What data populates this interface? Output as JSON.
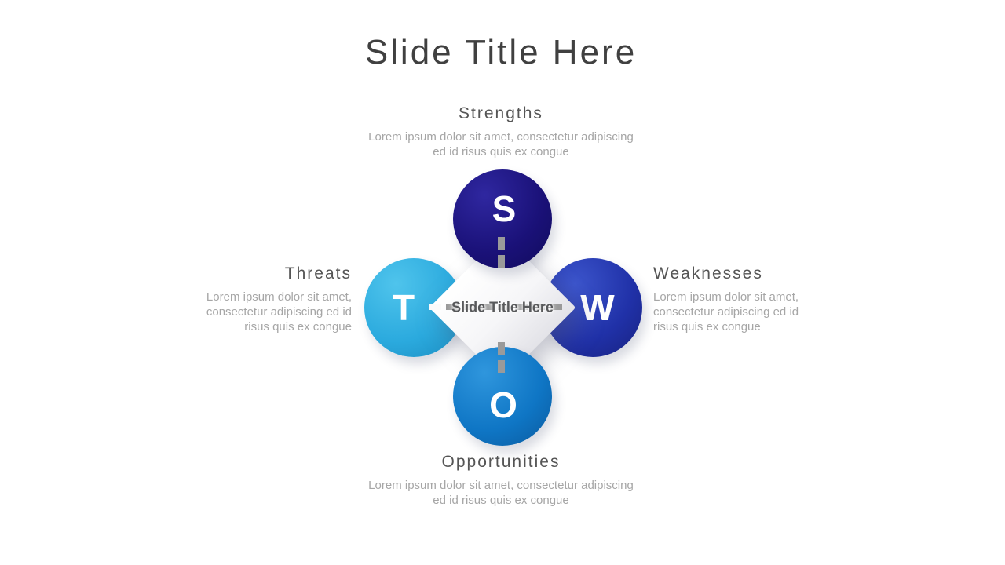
{
  "slide": {
    "title": "Slide Title Here",
    "background_color": "#ffffff"
  },
  "diagram": {
    "center_label": "Slide Title Here",
    "diamond_color": "#f2f2f5",
    "connector_color": "#9a9a9a"
  },
  "quadrants": {
    "strengths": {
      "letter": "S",
      "heading": "Strengths",
      "body": "Lorem ipsum dolor sit amet, consectetur adipiscing ed id risus quis ex congue",
      "circle_color": "#1a1178"
    },
    "weaknesses": {
      "letter": "W",
      "heading": "Weaknesses",
      "body": "Lorem ipsum dolor sit amet, consectetur adipiscing ed id risus quis ex congue",
      "circle_color": "#2031a8"
    },
    "opportunities": {
      "letter": "O",
      "heading": "Opportunities",
      "body": "Lorem ipsum dolor sit amet, consectetur adipiscing ed id risus quis ex congue",
      "circle_color": "#0f76c5"
    },
    "threats": {
      "letter": "T",
      "heading": "Threats",
      "body": "Lorem ipsum dolor sit amet, consectetur adipiscing ed id risus quis ex congue",
      "circle_color": "#2baade"
    }
  }
}
